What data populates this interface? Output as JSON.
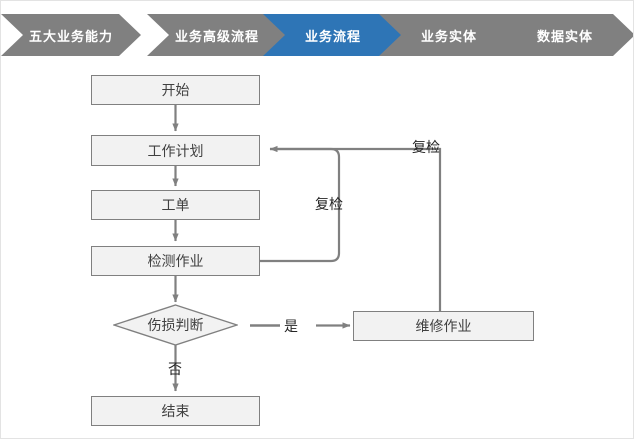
{
  "breadcrumb": {
    "items": [
      {
        "label": "五大业务能力",
        "active": false
      },
      {
        "label": "业务高级流程",
        "active": false
      },
      {
        "label": "业务流程",
        "active": true
      },
      {
        "label": "业务实体",
        "active": false
      },
      {
        "label": "数据实体",
        "active": false
      }
    ],
    "active_color": "#2e75b6",
    "inactive_color": "#808080",
    "text_color": "#ffffff"
  },
  "flowchart": {
    "node_fill": "#f2f2f2",
    "node_border": "#808080",
    "connector_color": "#808080",
    "text_color": "#404040",
    "nodes": {
      "start": "开始",
      "work_plan": "工作计划",
      "work_order": "工单",
      "inspection_task": "检测作业",
      "damage_decision": "伤损判断",
      "repair_task": "维修作业",
      "end": "结束"
    },
    "edge_labels": {
      "yes": "是",
      "no": "否",
      "recheck_inner": "复检",
      "recheck_outer": "复检"
    }
  }
}
